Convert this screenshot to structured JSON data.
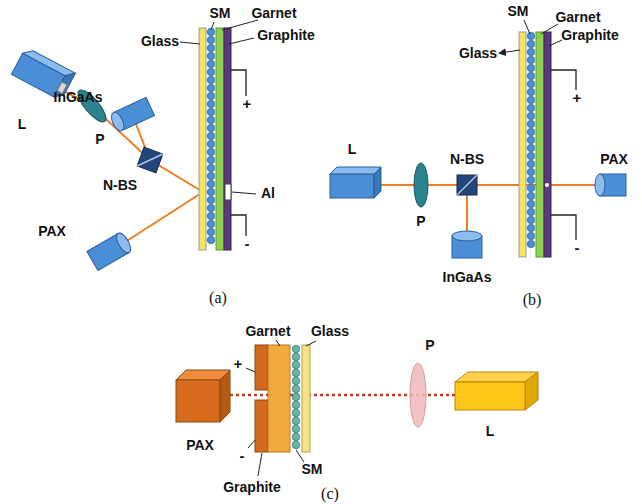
{
  "diagram": {
    "labels": [
      "SM",
      "Glass",
      "Garnet",
      "InGaAs",
      "Graphite",
      "L",
      "P",
      "N-BS",
      "+",
      "Al",
      "PAX",
      "-",
      "(a)",
      "SM",
      "Garnet",
      "Glass",
      "Graphite",
      "L",
      "P",
      "N-BS",
      "+",
      "PAX",
      "InGaAs",
      "-",
      "(b)",
      "Garnet",
      "Glass",
      "+",
      "P",
      "PAX",
      "L",
      "-",
      "SM",
      "Graphite",
      "(c)"
    ]
  }
}
